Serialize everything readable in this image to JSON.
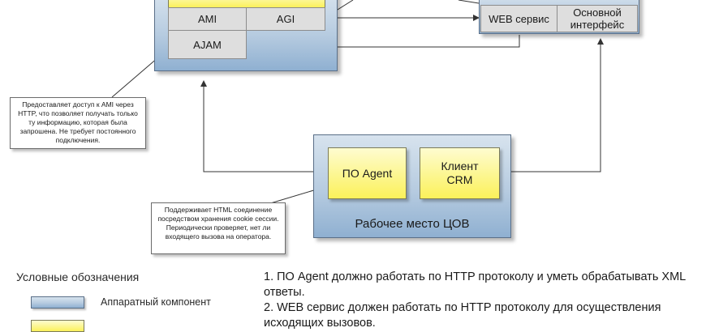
{
  "server": {
    "ami_label": "AMI",
    "agi_label": "AGI",
    "ajam_label": "AJAM"
  },
  "web_server": {
    "web_service_label": "WEB сервис",
    "main_interface_label": "Основной интерфейс"
  },
  "workstation": {
    "title": "Рабочее место ЦОВ",
    "agent_label": "ПО Agent",
    "crm_label": "Клиент CRM"
  },
  "notes": {
    "ajam_note": "Предоставляет доступ к AMI через HTTP, что позволяет получать только ту информацию, которая была запрошена. Не требует постоянного подключения.",
    "agent_note": "Поддерживает HTML соединение посредством хранения cookie сессии. Периодически проверяет, нет ли входящего вызова на оператора."
  },
  "legend": {
    "title": "Условные обозначения",
    "hardware_label": "Аппаратный компонент"
  },
  "requirements": {
    "item1": "1. ПО Agent должно работать по HTTP протоколу и уметь обрабатывать XML ответы.",
    "item2": "2. WEB сервис должен работать по HTTP протоколу для осуществления исходящих вызовов."
  },
  "colors": {
    "hardware_blue": "#a7c0da",
    "software_yellow": "#fbf15a",
    "cell_gray": "#dedede",
    "line": "#333333"
  }
}
